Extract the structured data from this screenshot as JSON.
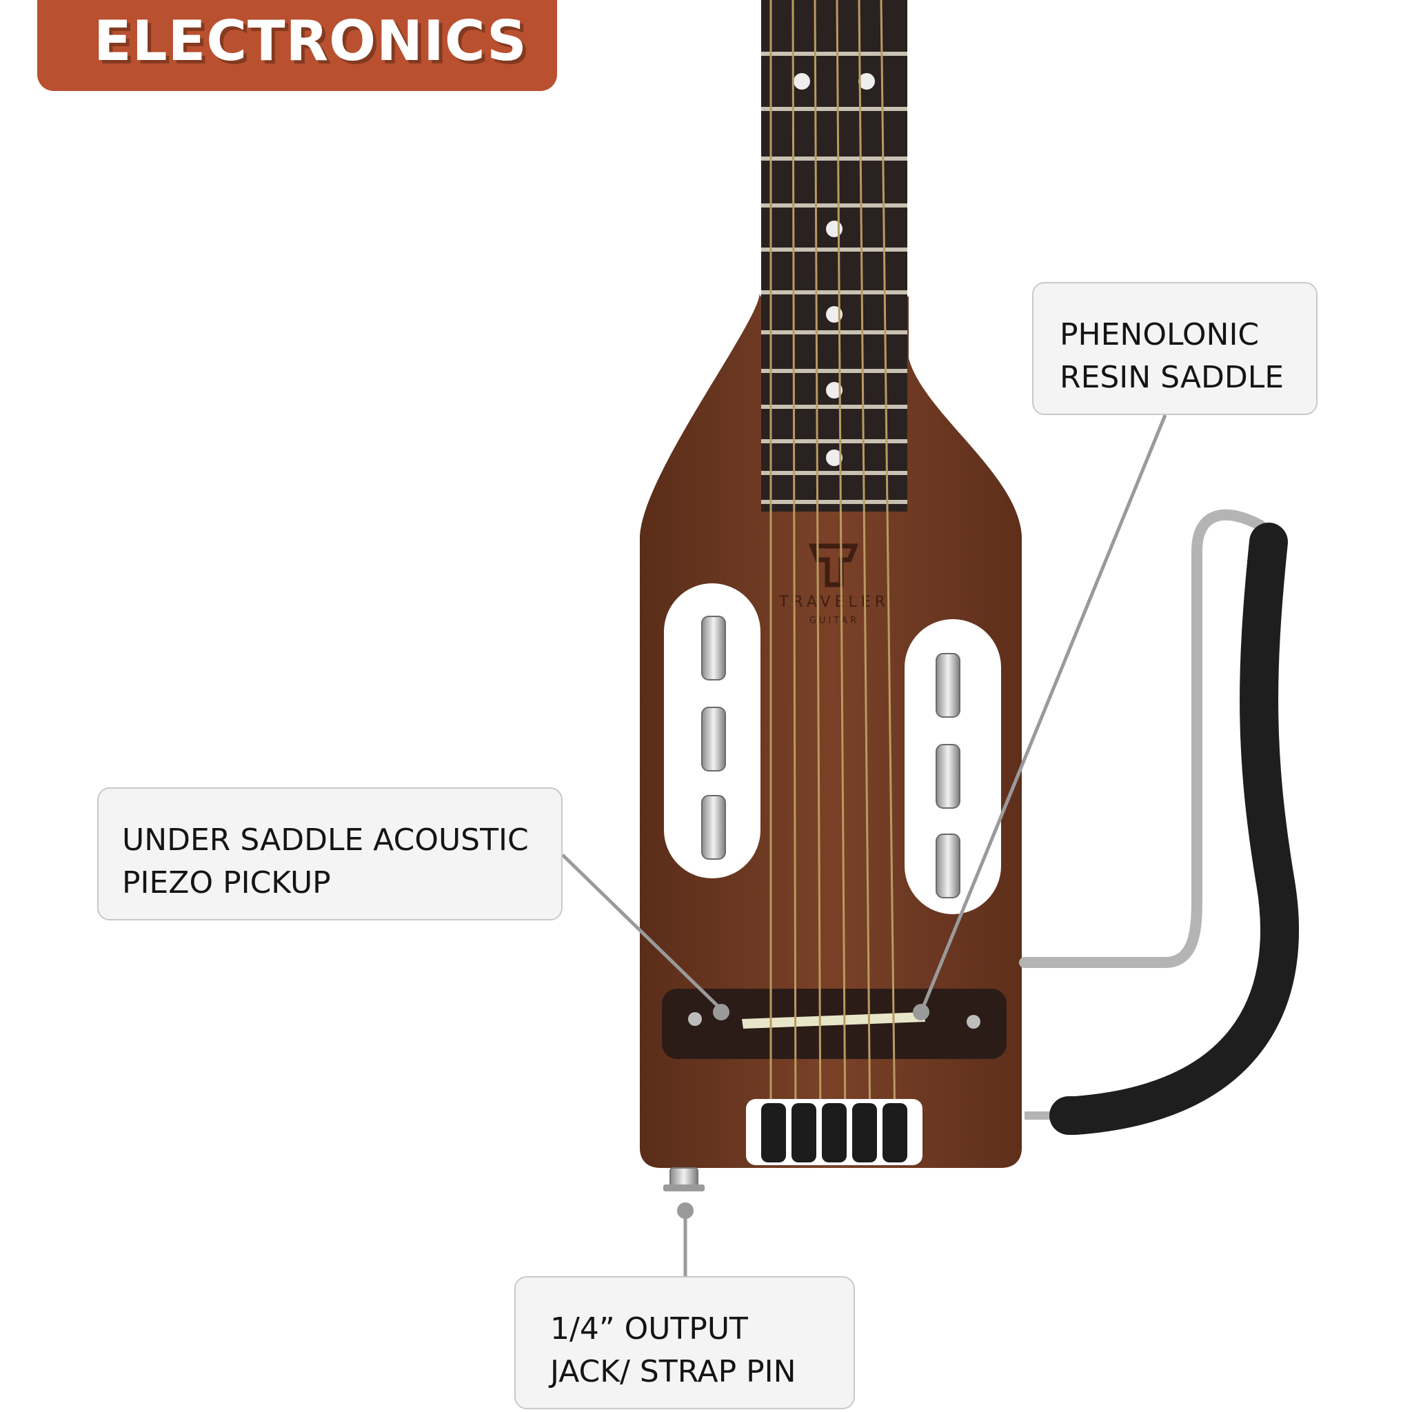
{
  "header": {
    "title": "ELECTRONICS"
  },
  "brand": {
    "name": "TRAVELER",
    "sub": "GUITAR"
  },
  "callouts": {
    "saddle": {
      "lines": [
        "PHENOLONIC",
        "RESIN SADDLE"
      ]
    },
    "piezo": {
      "lines": [
        "UNDER SADDLE ACOUSTIC",
        "PIEZO PICKUP"
      ]
    },
    "jack": {
      "lines": [
        "1/4” OUTPUT",
        "JACK/ STRAP PIN"
      ]
    }
  },
  "colors": {
    "header_bg": "#b9502f",
    "body_wood": "#6e3a22",
    "fretboard": "#2a2220",
    "leader": "#9a9a9a"
  }
}
